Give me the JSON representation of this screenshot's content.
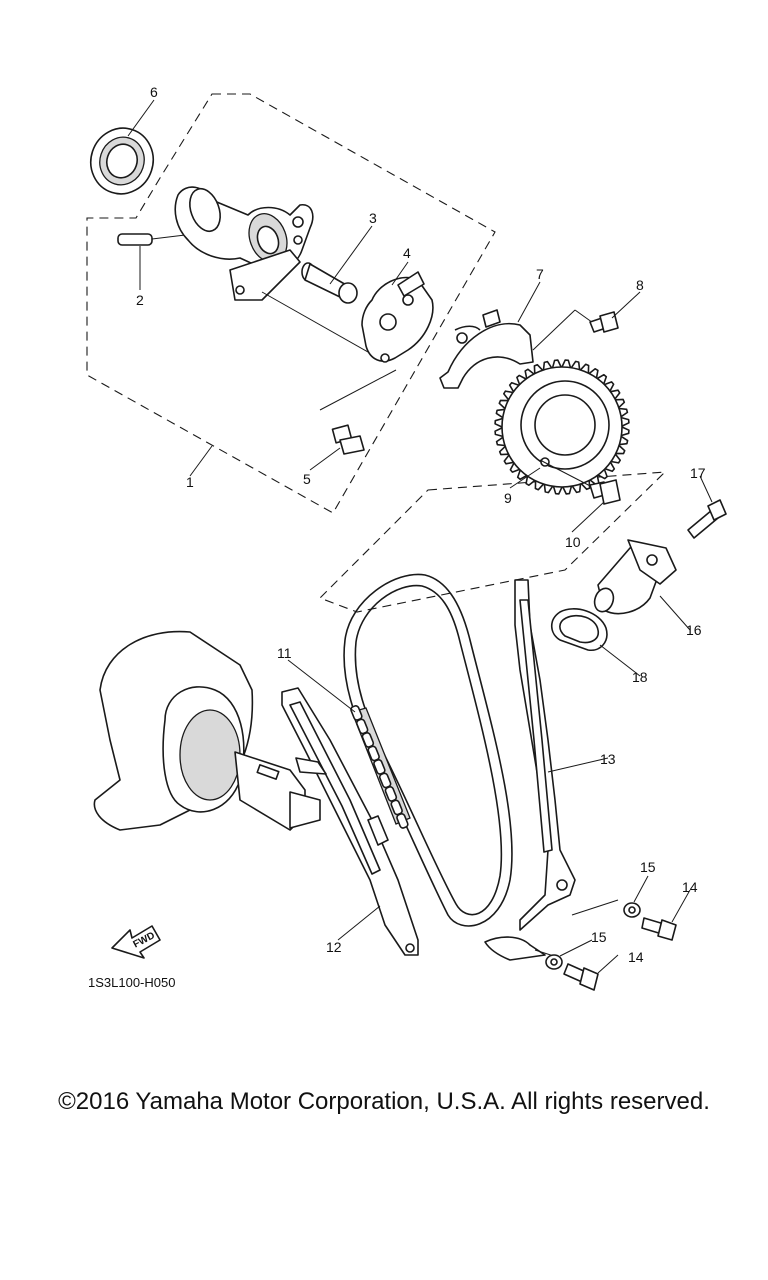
{
  "diagram": {
    "part_callouts": [
      "1",
      "2",
      "3",
      "4",
      "5",
      "6",
      "7",
      "8",
      "9",
      "10",
      "11",
      "12",
      "13",
      "14",
      "14",
      "15",
      "15",
      "16",
      "17",
      "18"
    ],
    "fwd_label": "FWD",
    "code": "1S3L100-H050"
  },
  "footer": {
    "copyright": "©2016 Yamaha Motor Corporation, U.S.A. All rights reserved."
  }
}
